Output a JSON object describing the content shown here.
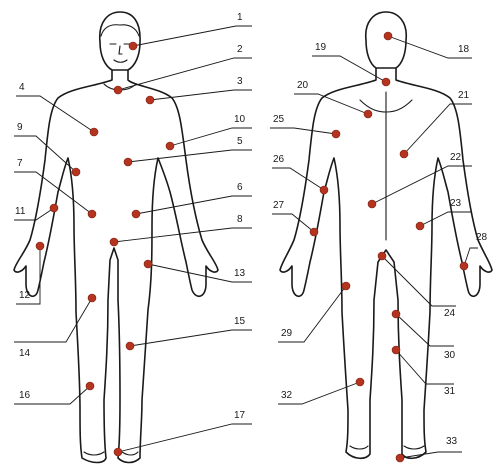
{
  "colors": {
    "point": "#b5341f",
    "line": "#1a1a1a"
  },
  "labels": {
    "n1": "1",
    "n2": "2",
    "n3": "3",
    "n4": "4",
    "n5": "5",
    "n6": "6",
    "n7": "7",
    "n8": "8",
    "n9": "9",
    "n10": "10",
    "n11": "11",
    "n12": "12",
    "n13": "13",
    "n14": "14",
    "n15": "15",
    "n16": "16",
    "n17": "17",
    "n18": "18",
    "n19": "19",
    "n20": "20",
    "n21": "21",
    "n22": "22",
    "n23": "23",
    "n24": "24",
    "n25": "25",
    "n26": "26",
    "n27": "27",
    "n28": "28",
    "n29": "29",
    "n30": "30",
    "n31": "31",
    "n32": "32",
    "n33": "33"
  }
}
